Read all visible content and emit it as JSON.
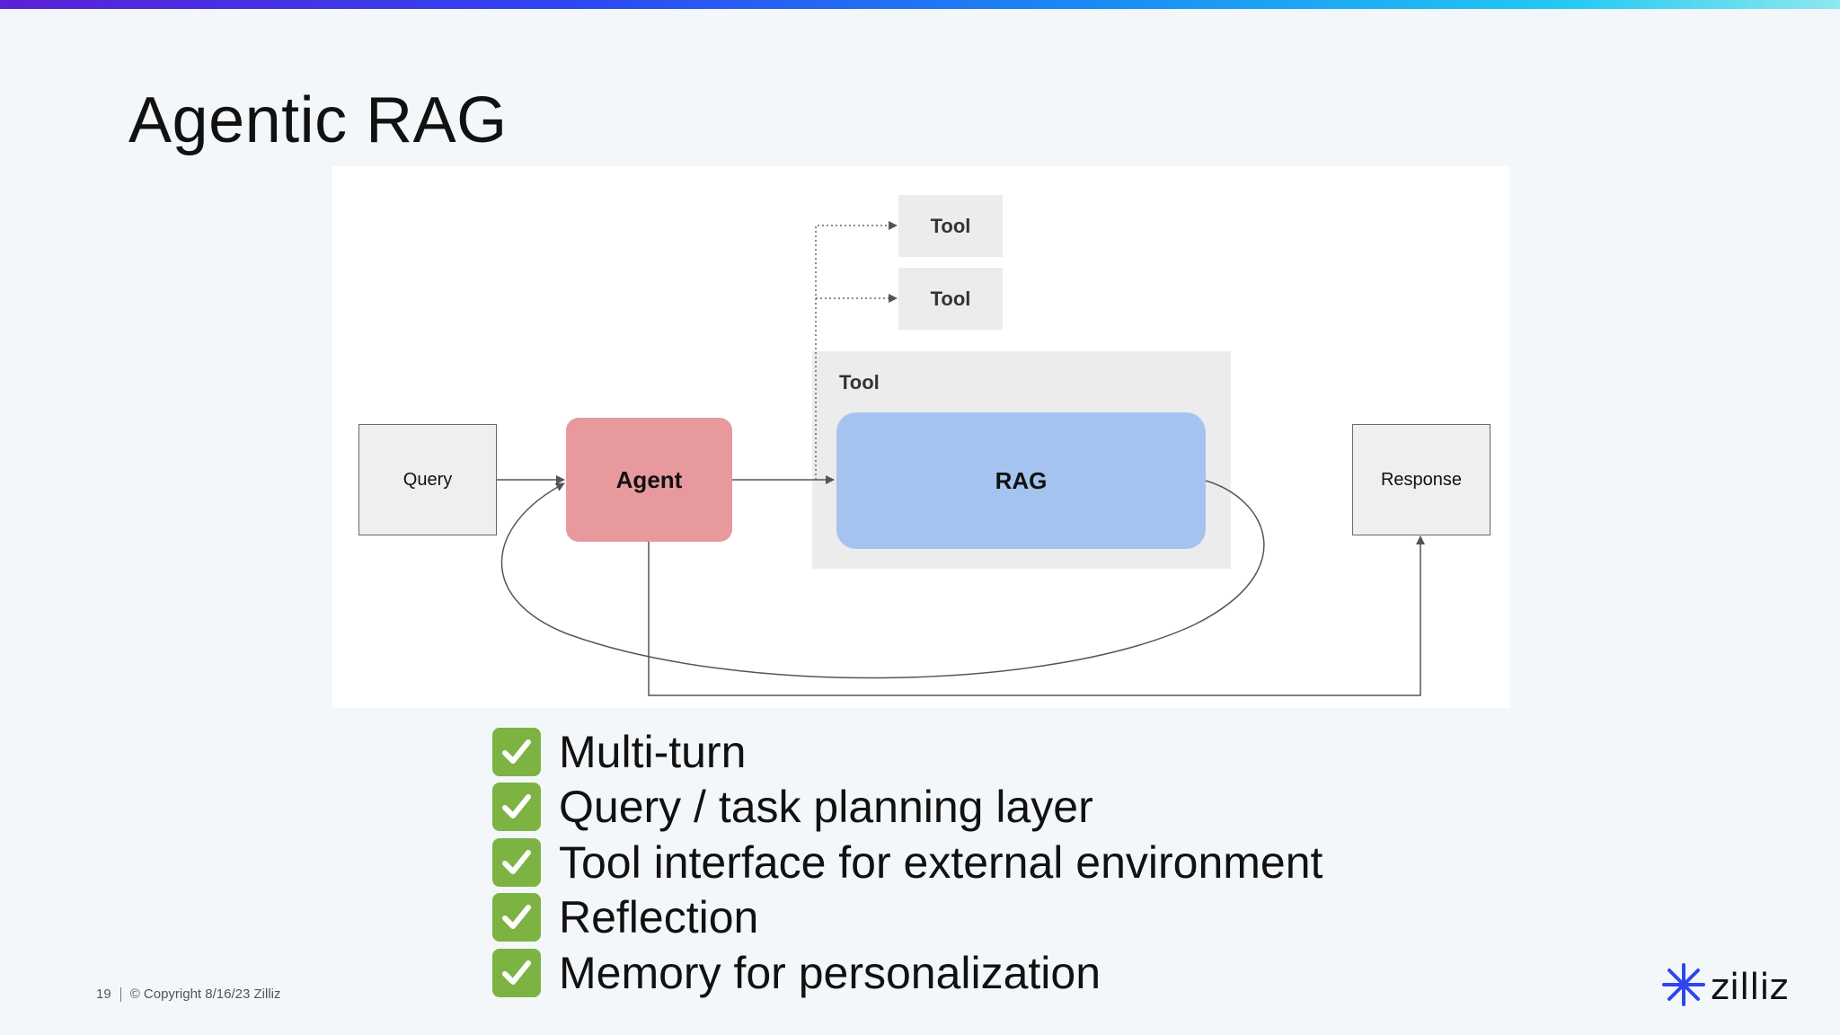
{
  "slide": {
    "title": "Agentic RAG"
  },
  "diagram": {
    "query_label": "Query",
    "agent_label": "Agent",
    "tool_1_label": "Tool",
    "tool_2_label": "Tool",
    "tool_group_label": "Tool",
    "rag_label": "RAG",
    "response_label": "Response"
  },
  "checklist": [
    "Multi-turn",
    "Query / task planning layer",
    "Tool interface for external environment",
    "Reflection",
    "Memory for personalization"
  ],
  "footer": {
    "page_number": "19",
    "copyright": "© Copyright  8/16/23  Zilliz"
  },
  "logo": {
    "text": "zilliz",
    "icon": "zilliz-star-icon"
  },
  "colors": {
    "agent": "#e8999d",
    "rag": "#a4c4ef",
    "check": "#7cb342",
    "logo_blue": "#2f45f0"
  }
}
